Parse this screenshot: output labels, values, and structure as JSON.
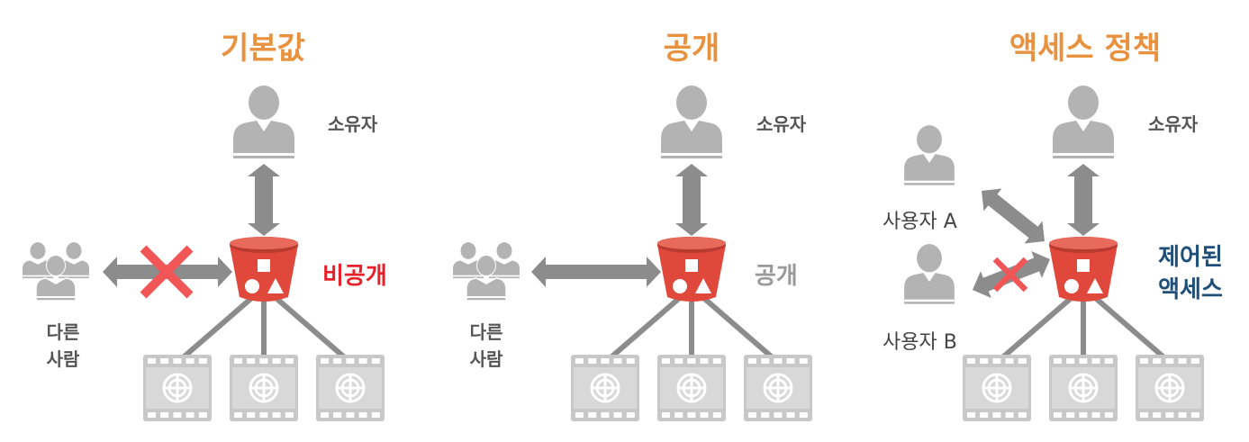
{
  "panels": [
    {
      "title": "기본값",
      "owner_label": "소유자",
      "others_label_line1": "다른",
      "others_label_line2": "사람",
      "status_label": "비공개",
      "status_color": "#e8202a",
      "others_access": "denied"
    },
    {
      "title": "공개",
      "owner_label": "소유자",
      "others_label_line1": "다른",
      "others_label_line2": "사람",
      "status_label": "공개",
      "status_color": "#9a9a9a",
      "others_access": "allowed"
    },
    {
      "title": "액세스 정책",
      "owner_label": "소유자",
      "user_a_label": "사용자 A",
      "user_b_label": "사용자 B",
      "status_label_line1": "제어된",
      "status_label_line2": "액세스",
      "status_color": "#1f4e79",
      "user_a_access": "allowed",
      "user_b_access": "denied"
    }
  ],
  "colors": {
    "title": "#e8923f",
    "person_gray": "#b3b3b3",
    "arrow_gray": "#8c8c8c",
    "bucket_red": "#e0483b",
    "deny_red": "#f25555",
    "film_gray": "#c8c8c8"
  },
  "icons": [
    "person-icon",
    "group-icon",
    "bucket-icon",
    "film-icon",
    "deny-x-icon",
    "double-arrow-icon"
  ]
}
